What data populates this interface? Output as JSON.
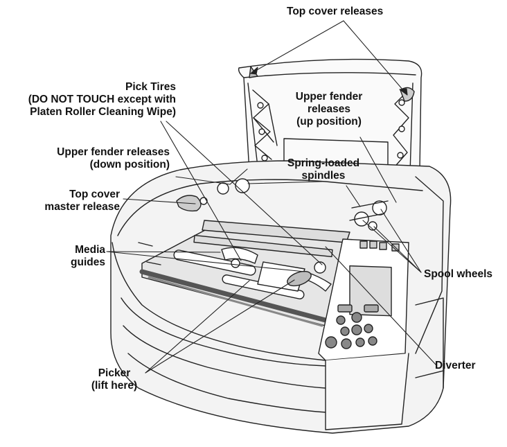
{
  "diagram": {
    "labels": {
      "top_cover_releases": [
        "Top cover releases"
      ],
      "pick_tires": [
        "Pick Tires",
        "(DO NOT TOUCH except with",
        "Platen Roller Cleaning Wipe)"
      ],
      "upper_fender_up": [
        "Upper fender",
        "releases",
        "(up position)"
      ],
      "upper_fender_down": [
        "Upper fender releases",
        "(down position)"
      ],
      "spring_spindles": [
        "Spring-loaded",
        "spindles"
      ],
      "top_cover_master": [
        "Top cover",
        "master release"
      ],
      "media_guides": [
        "Media",
        "guides"
      ],
      "spool_wheels": [
        "Spool wheels"
      ],
      "diverter": [
        "Diverter"
      ],
      "picker": [
        "Picker",
        "(lift here)"
      ]
    }
  }
}
